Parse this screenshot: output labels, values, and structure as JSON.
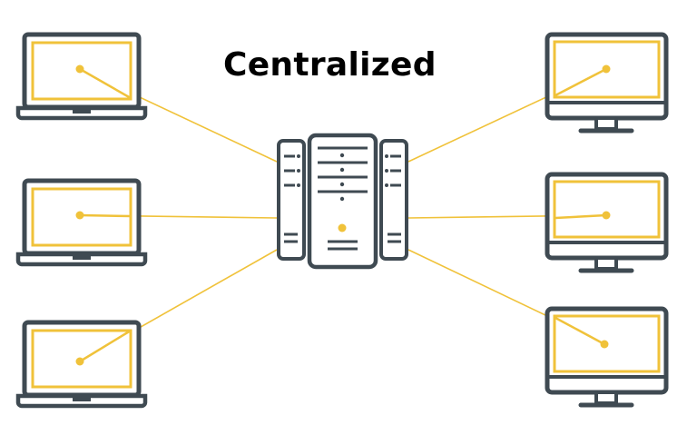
{
  "title": "Centralized",
  "colors": {
    "outline": "#3f4a52",
    "accent": "#f0c23a",
    "background": "#ffffff"
  },
  "nodes": [
    {
      "kind": "laptop",
      "icon": "laptop-icon"
    },
    {
      "kind": "laptop",
      "icon": "laptop-icon"
    },
    {
      "kind": "laptop",
      "icon": "laptop-icon"
    },
    {
      "kind": "monitor",
      "icon": "desktop-monitor-icon"
    },
    {
      "kind": "monitor",
      "icon": "desktop-monitor-icon"
    },
    {
      "kind": "monitor",
      "icon": "desktop-monitor-icon"
    }
  ],
  "hub": {
    "kind": "server",
    "icon": "server-rack-icon"
  }
}
